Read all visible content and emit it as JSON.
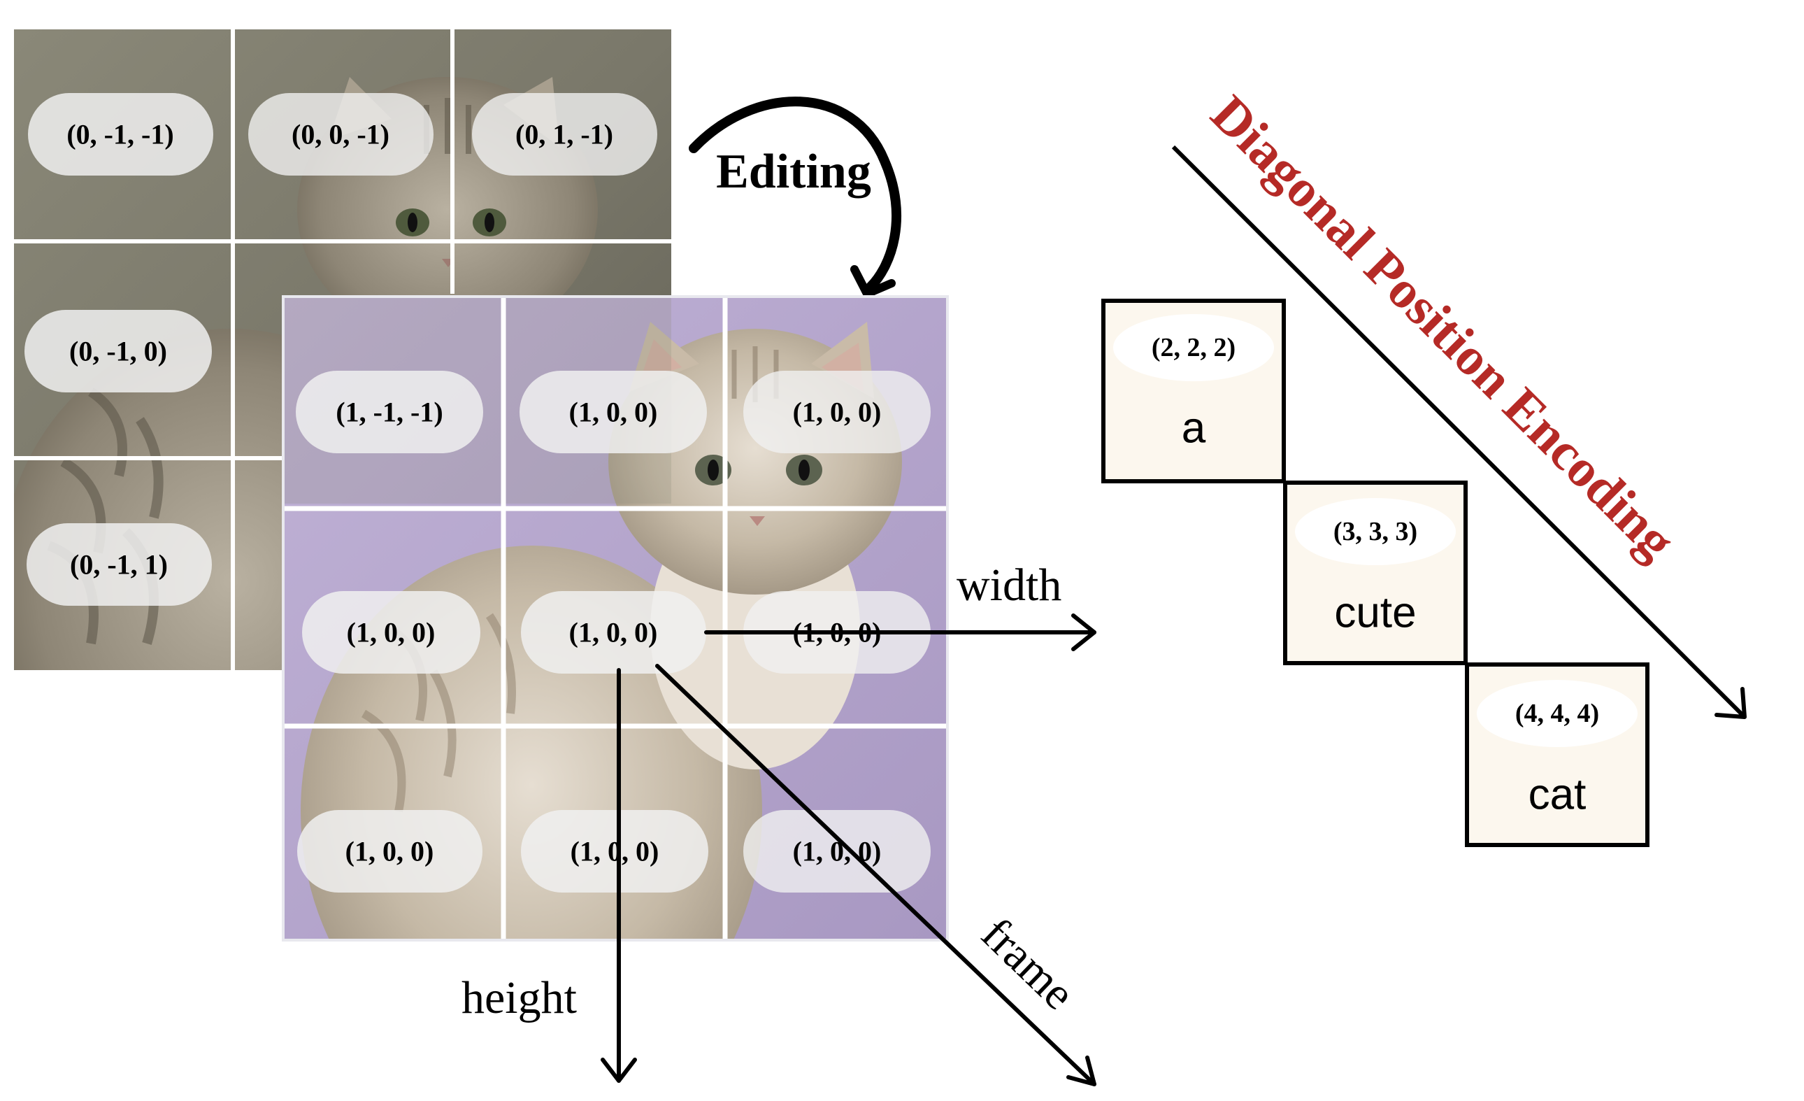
{
  "colors": {
    "back_frame_bg": "#7c7a6c",
    "front_frame_bg": "#b7a8cd",
    "grid_line": "#ffffff",
    "pill": "#f0f0f0",
    "token_box_fill": "#fcf7ee",
    "diagonal_title": "#b52a26",
    "ink": "#000000"
  },
  "back_frame": {
    "labels": [
      "(0, -1, -1)",
      "(0, 0, -1)",
      "(0, 1, -1)",
      "(0, -1, 0)",
      "(0, -1, 1)"
    ]
  },
  "front_frame": {
    "labels": [
      "(1, -1, -1)",
      "(1, 0, 0)",
      "(1, 0, 0)",
      "(1, 0, 0)",
      "(1, 0, 0)",
      "(1, 0, 0)",
      "(1, 0, 0)",
      "(1, 0, 0)",
      "(1, 0, 0)"
    ]
  },
  "editing_label": "Editing",
  "axes": {
    "width": "width",
    "height": "height",
    "frame": "frame"
  },
  "diagonal_title": "Diagonal Position Encoding",
  "tokens": [
    {
      "position": "(2, 2, 2)",
      "word": "a"
    },
    {
      "position": "(3, 3, 3)",
      "word": "cute"
    },
    {
      "position": "(4, 4, 4)",
      "word": "cat"
    }
  ],
  "icons": {
    "cat_photo_back": "cat-photo-icon",
    "cat_photo_front": "cat-photo-icon",
    "editing_arrow": "curved-arrow-icon"
  }
}
